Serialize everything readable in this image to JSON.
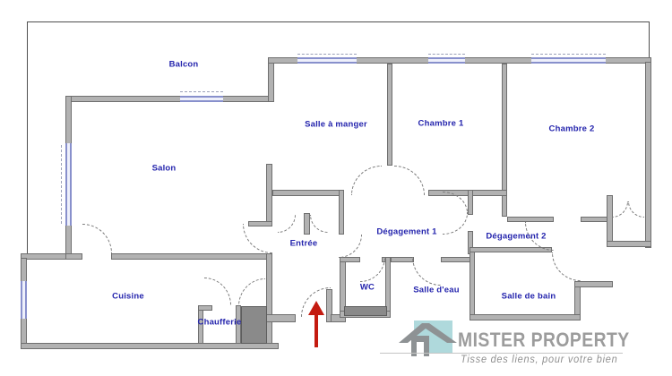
{
  "plan": {
    "rooms": {
      "balcon": "Balcon",
      "salon": "Salon",
      "salle_a_manger": "Salle à manger",
      "chambre_1": "Chambre 1",
      "chambre_2": "Chambre 2",
      "cuisine": "Cuisine",
      "chaufferie": "Chaufferie",
      "entree": "Entrée",
      "degagement_1": "Dégagement 1",
      "degagement_2": "Dégagement 2",
      "wc": "WC",
      "salle_deau": "Salle d'eau",
      "salle_de_bain": "Salle de bain"
    },
    "colors": {
      "room_label": "#2424ad",
      "wall_fill": "#b2b2b2",
      "wall_edge": "#6f6f6f",
      "window": "#8890cc",
      "entrance_arrow": "#c41b10",
      "shaft_fill": "#8a8a8a"
    }
  },
  "branding": {
    "name": "MISTER PROPERTY",
    "tagline": "Tisse des liens, pour votre bien",
    "logo_square": "#afd9dc",
    "logo_gray": "#9c9c9c"
  }
}
